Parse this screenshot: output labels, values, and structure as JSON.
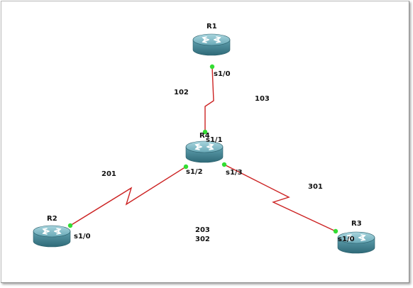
{
  "routers": [
    {
      "id": "R1",
      "label": "R1"
    },
    {
      "id": "R4",
      "label": "R4"
    },
    {
      "id": "R2",
      "label": "R2"
    },
    {
      "id": "R3",
      "label": "R3"
    }
  ],
  "interfaces": {
    "r1_s10": "s1/0",
    "r4_s11": "s1/1",
    "r4_s12": "s1/2",
    "r4_s13": "s1/3",
    "r2_s10": "s1/0",
    "r3_s10": "s1/0"
  },
  "dlci": {
    "d102": "102",
    "d103": "103",
    "d201": "201",
    "d301": "301",
    "d203": "203",
    "d302": "302"
  },
  "colors": {
    "link": "#cc2222",
    "port": "#33dd33",
    "router_top": "#5a9eae",
    "router_side": "#3f7f8e"
  }
}
